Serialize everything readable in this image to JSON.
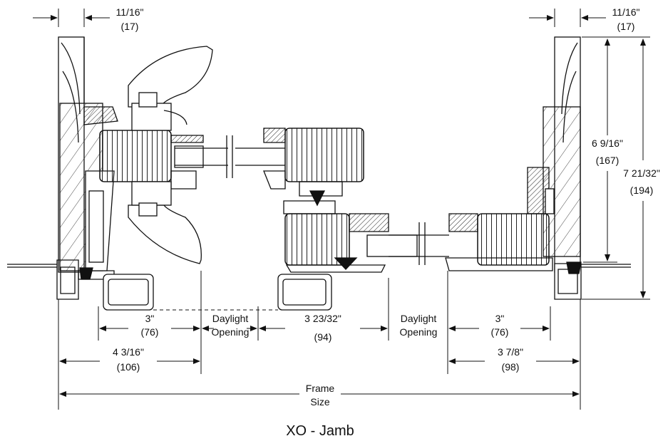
{
  "title": "XO - Jamb",
  "dimensions": {
    "left_trim": {
      "inch": "11/16\"",
      "mm": "(17)"
    },
    "right_trim": {
      "inch": "11/16\"",
      "mm": "(17)"
    },
    "right_height_inner": {
      "inch": "6 9/16\"",
      "mm": "(167)"
    },
    "right_height_outer": {
      "inch": "7 21/32\"",
      "mm": "(194)"
    },
    "left_sash": {
      "inch": "3\"",
      "mm": "(76)"
    },
    "left_overall": {
      "inch": "4 3/16\"",
      "mm": "(106)"
    },
    "meeting_rail": {
      "inch": "3 23/32\"",
      "mm": "(94)"
    },
    "right_sash": {
      "inch": "3\"",
      "mm": "(76)"
    },
    "right_overall": {
      "inch": "3 7/8\"",
      "mm": "(98)"
    },
    "daylight_left": {
      "line1": "Daylight",
      "line2": "Opening"
    },
    "daylight_right": {
      "line1": "Daylight",
      "line2": "Opening"
    },
    "frame_size": {
      "line1": "Frame",
      "line2": "Size"
    }
  }
}
